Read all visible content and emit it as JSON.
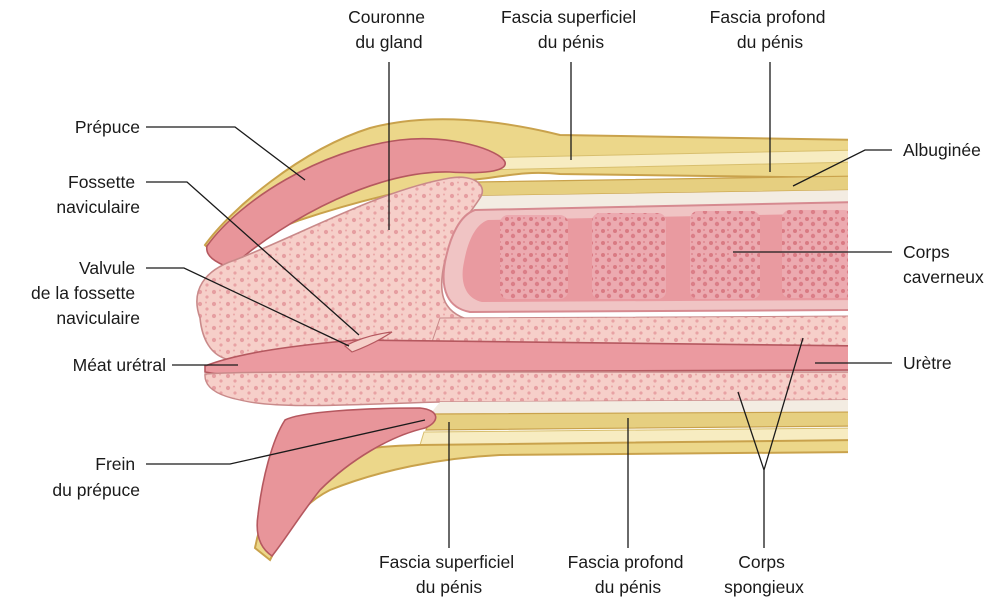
{
  "labels": {
    "couronne_gland": [
      "Couronne",
      "du gland"
    ],
    "fascia_superficiel_top": [
      "Fascia superficiel",
      "du pénis"
    ],
    "fascia_profond_top": [
      "Fascia profond",
      "du pénis"
    ],
    "prepuce": [
      "Prépuce"
    ],
    "albuginee": [
      "Albuginée"
    ],
    "fossette_naviculaire": [
      "Fossette",
      "naviculaire"
    ],
    "corps_caverneux": [
      "Corps",
      "caverneux"
    ],
    "valvule": [
      "Valvule",
      "de la fossette",
      "naviculaire"
    ],
    "meat_uretral": [
      "Méat urétral"
    ],
    "uretre": [
      "Urètre"
    ],
    "frein_prepuce": [
      "Frein",
      "du prépuce"
    ],
    "fascia_superficiel_bottom": [
      "Fascia superficiel",
      "du pénis"
    ],
    "fascia_profond_bottom": [
      "Fascia profond",
      "du pénis"
    ],
    "corps_spongieux": [
      "Corps",
      "spongieux"
    ]
  },
  "colors": {
    "fat_yellow": "#ecd78a",
    "fat_edge": "#c9a24c",
    "skin_pink": "#e8959a",
    "glans_pink": "#f7d0cc",
    "spongy_pink": "#f4c6c0",
    "cavernous_red": "#e99aa0",
    "membrane": "#f3ece2",
    "line": "#1a1a1a"
  }
}
